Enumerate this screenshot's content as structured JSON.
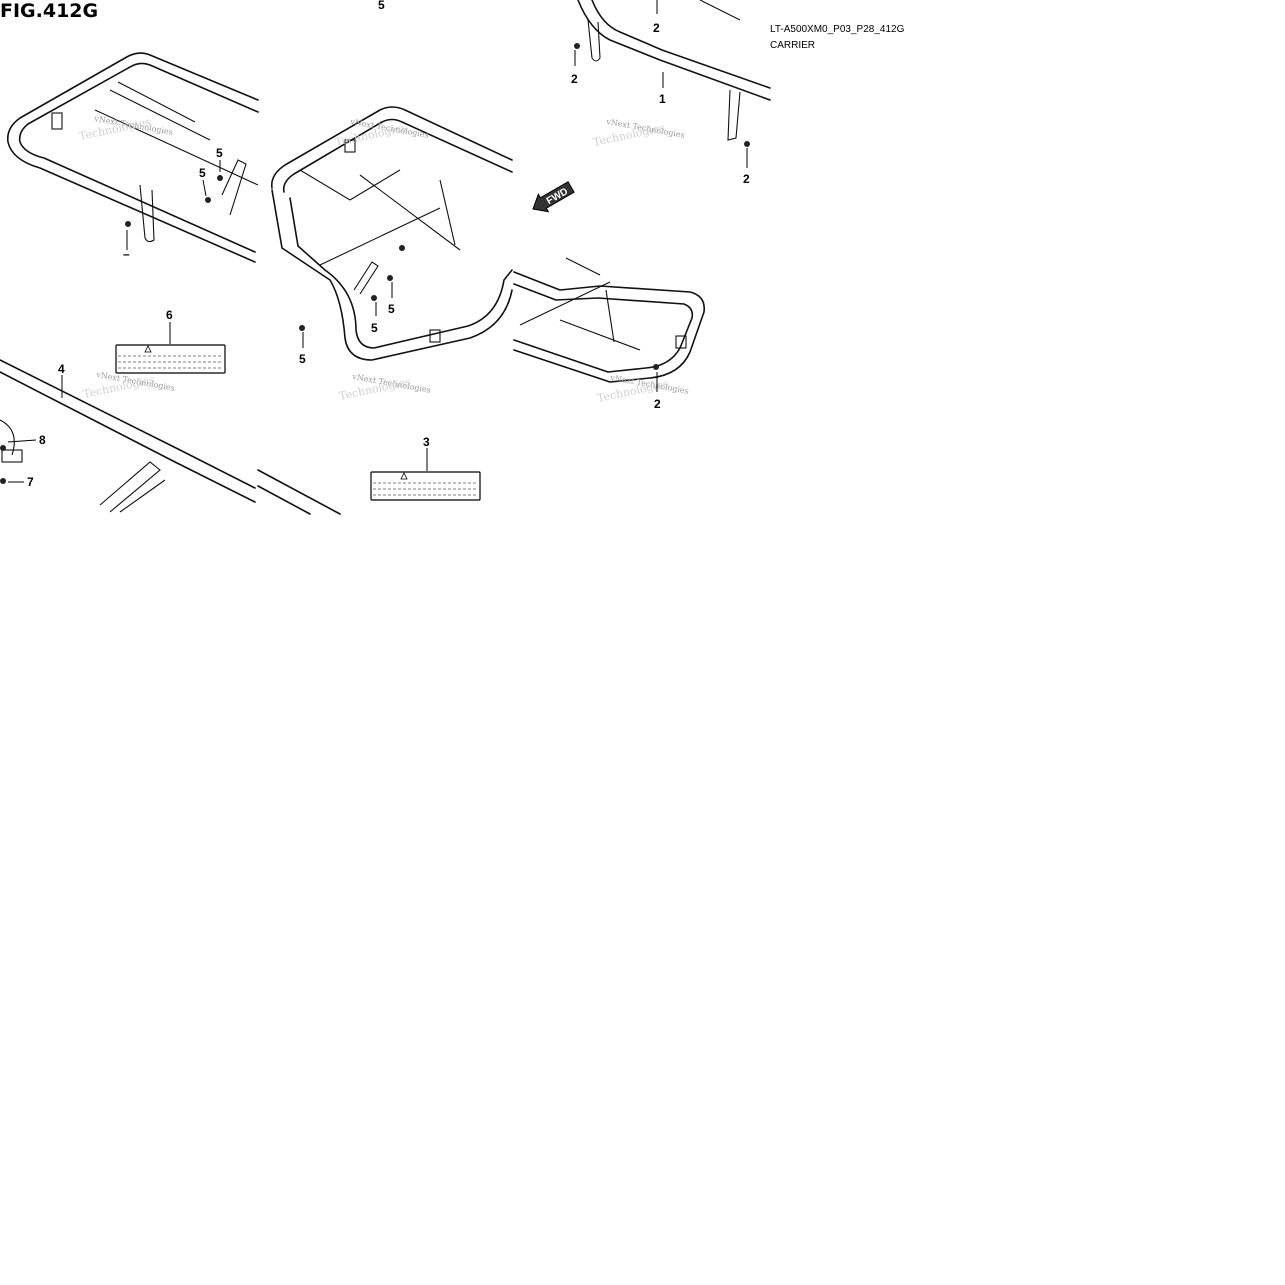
{
  "figure": {
    "title": "FIG.412G",
    "model_code": "LT-A500XM0_P03_P28_412G",
    "section_name": "CARRIER"
  },
  "watermark": {
    "line1": "vNext Technologies",
    "line2": "Technologies"
  },
  "direction_label": "FWD",
  "callouts": [
    {
      "id": "c1",
      "label": "1"
    },
    {
      "id": "c2a",
      "label": "2"
    },
    {
      "id": "c2b",
      "label": "2"
    },
    {
      "id": "c2c",
      "label": "2"
    },
    {
      "id": "c2d",
      "label": "2"
    },
    {
      "id": "c3",
      "label": "3"
    },
    {
      "id": "c4",
      "label": "4"
    },
    {
      "id": "c5a",
      "label": "5"
    },
    {
      "id": "c5b",
      "label": "5"
    },
    {
      "id": "c5c",
      "label": "5"
    },
    {
      "id": "c5d",
      "label": "5"
    },
    {
      "id": "c5e",
      "label": "5"
    },
    {
      "id": "c5f",
      "label": "5"
    },
    {
      "id": "c6",
      "label": "6"
    },
    {
      "id": "c7",
      "label": "7"
    },
    {
      "id": "c8",
      "label": "8"
    },
    {
      "id": "c9",
      "label": "–"
    }
  ]
}
